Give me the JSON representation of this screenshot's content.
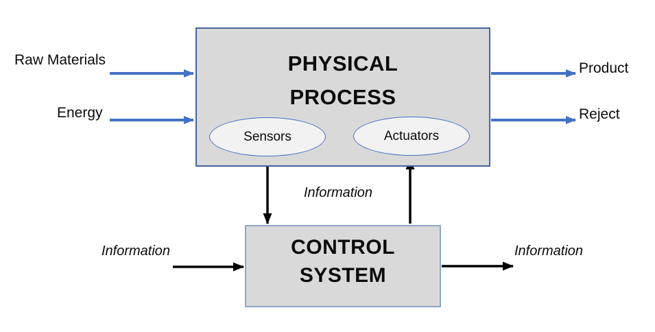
{
  "diagram": {
    "physical_process": {
      "title_lines": [
        "PHYSICAL",
        "PROCESS"
      ],
      "sensors_label": "Sensors",
      "actuators_label": "Actuators"
    },
    "control_system": {
      "title_lines": [
        "CONTROL",
        "SYSTEM"
      ]
    },
    "inputs": [
      {
        "label": "Raw Materials"
      },
      {
        "label": "Energy"
      }
    ],
    "outputs": [
      {
        "label": "Product"
      },
      {
        "label": "Reject"
      }
    ],
    "information_labels": {
      "center": "Information",
      "left": "Information",
      "right": "Information"
    }
  },
  "colors": {
    "box_fill": "#d9d9d9",
    "ellipse_fill": "#f2f2f2",
    "physical_border": "#45639c",
    "control_border": "#8ca6c6",
    "ellipse_border": "#4472c4",
    "blue_arrow": "#4472c4",
    "black_arrow": "#000000"
  }
}
